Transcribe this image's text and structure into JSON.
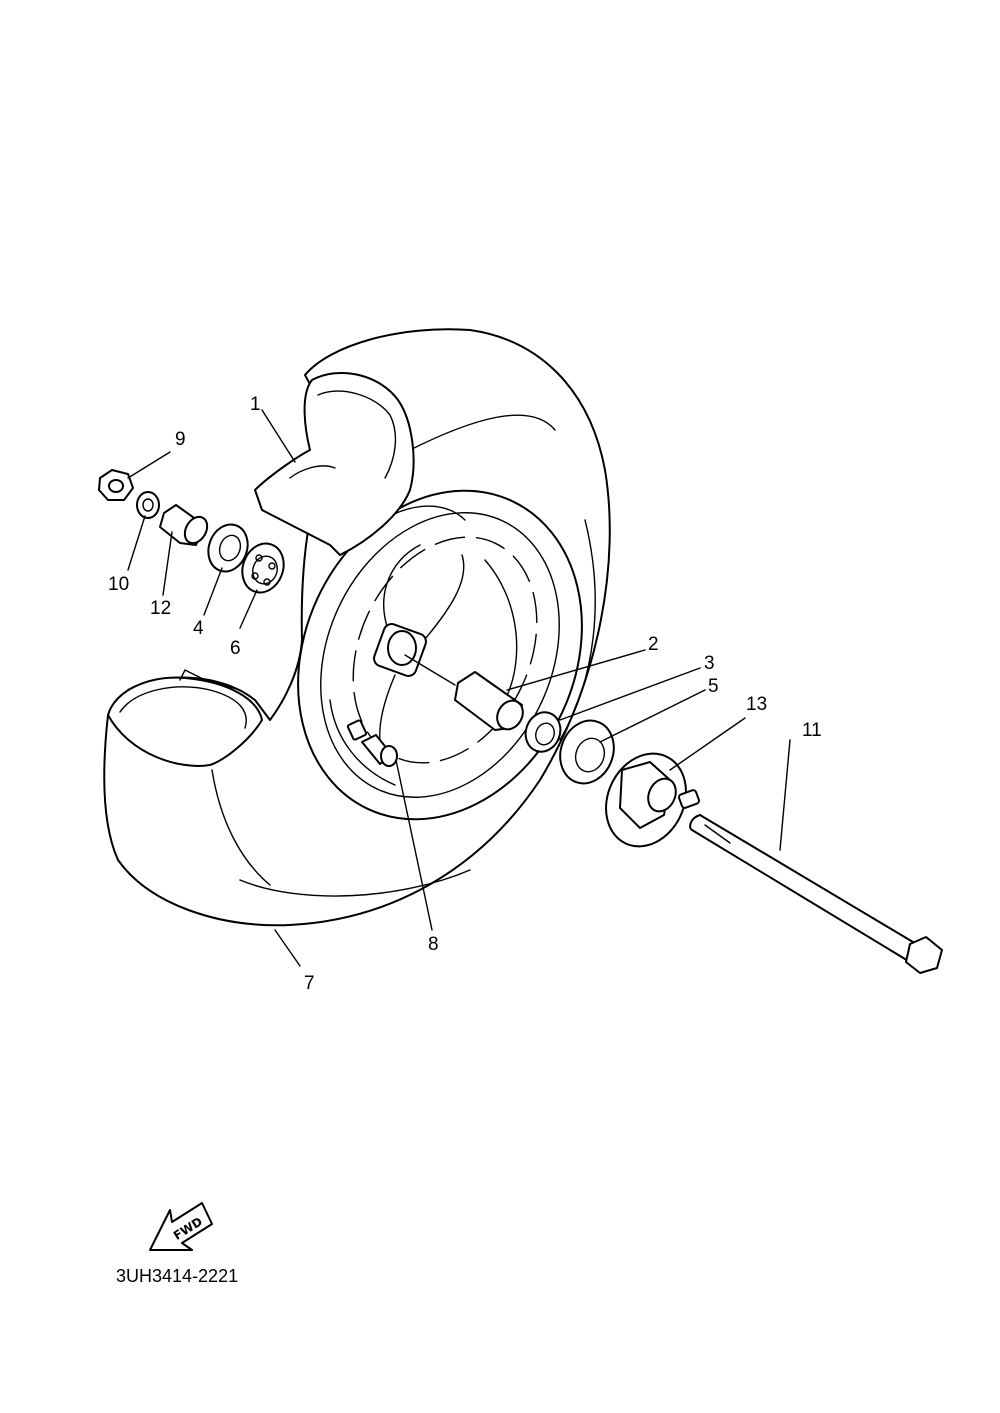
{
  "callouts": {
    "c1": "1",
    "c2": "2",
    "c3": "3",
    "c4": "4",
    "c5": "5",
    "c6": "6",
    "c7": "7",
    "c8": "8",
    "c9": "9",
    "c10": "10",
    "c11": "11",
    "c12": "12",
    "c13": "13"
  },
  "direction_arrow": "FWD",
  "diagram_code": "3UH3414-2221"
}
